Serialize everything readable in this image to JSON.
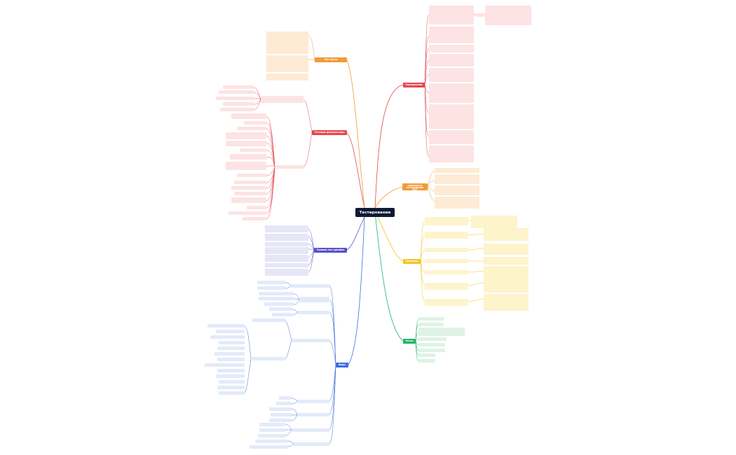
{
  "root": {
    "label": "Тестирование"
  },
  "colors": {
    "red": "#e5484d",
    "orange": "#f29b38",
    "yellow": "#f2c523",
    "purple": "#5a52c7",
    "blue": "#3b6fe0",
    "green": "#20b46a",
    "root_bg": "#0e1a35"
  },
  "branches": {
    "definitions": {
      "label": "Определения"
    },
    "why_test": {
      "label": "Для чего проводится тестирование ПО?"
    },
    "principles": {
      "label": "Принципы"
    },
    "stages": {
      "label": "Этапы"
    },
    "types": {
      "label": "Виды"
    },
    "design": {
      "label": "Техники тест-дизайна"
    },
    "docs": {
      "label": "Тестовая документация"
    },
    "checklists": {
      "label": "Чек-листы"
    }
  }
}
